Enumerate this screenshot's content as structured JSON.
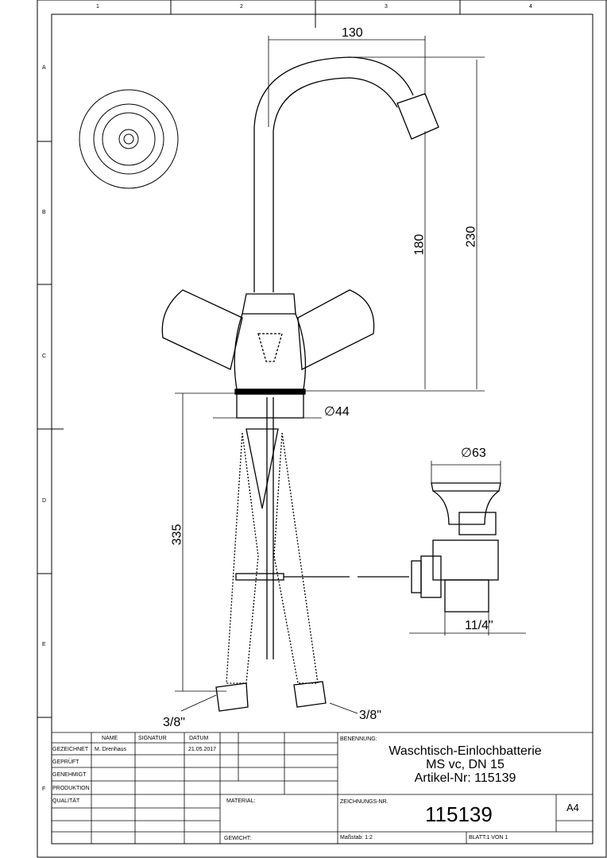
{
  "zones": {
    "columns": [
      "1",
      "2",
      "3",
      "4"
    ],
    "rows": [
      "A",
      "B",
      "C",
      "D",
      "E",
      "F"
    ]
  },
  "dimensions": {
    "spout_reach": "130",
    "height_outlet": "180",
    "height_total": "230",
    "base_diameter": "∅44",
    "hose_length": "335",
    "drain_diameter": "∅63",
    "drain_thread": "11/4\"",
    "hose_thread_left": "3/8\"",
    "hose_thread_right": "3/8\""
  },
  "title_block": {
    "headers": {
      "name": "NAME",
      "signatur": "SIGNATUR",
      "datum": "DATUM"
    },
    "rows": [
      "GEZEICHNET",
      "GEPRÜFT",
      "GENEHMIGT",
      "PRODUKTION",
      "QUALITÄT"
    ],
    "drawn_by": "M. Drenhaus",
    "date": "21.05.2017",
    "material_label": "MATERIAL:",
    "weight_label": "GEWICHT:",
    "benennung_label": "BENENNUNG:",
    "title_line1": "Waschtisch-Einlochbatterie",
    "title_line2": "MS vc, DN 15",
    "title_line3": "Artikel-Nr: 115139",
    "drawing_no_label": "ZEICHNUNGS-NR.",
    "drawing_no": "115139",
    "format": "A4",
    "scale": "Maßstab: 1:2",
    "sheet": "BLATT:1 VON 1"
  }
}
